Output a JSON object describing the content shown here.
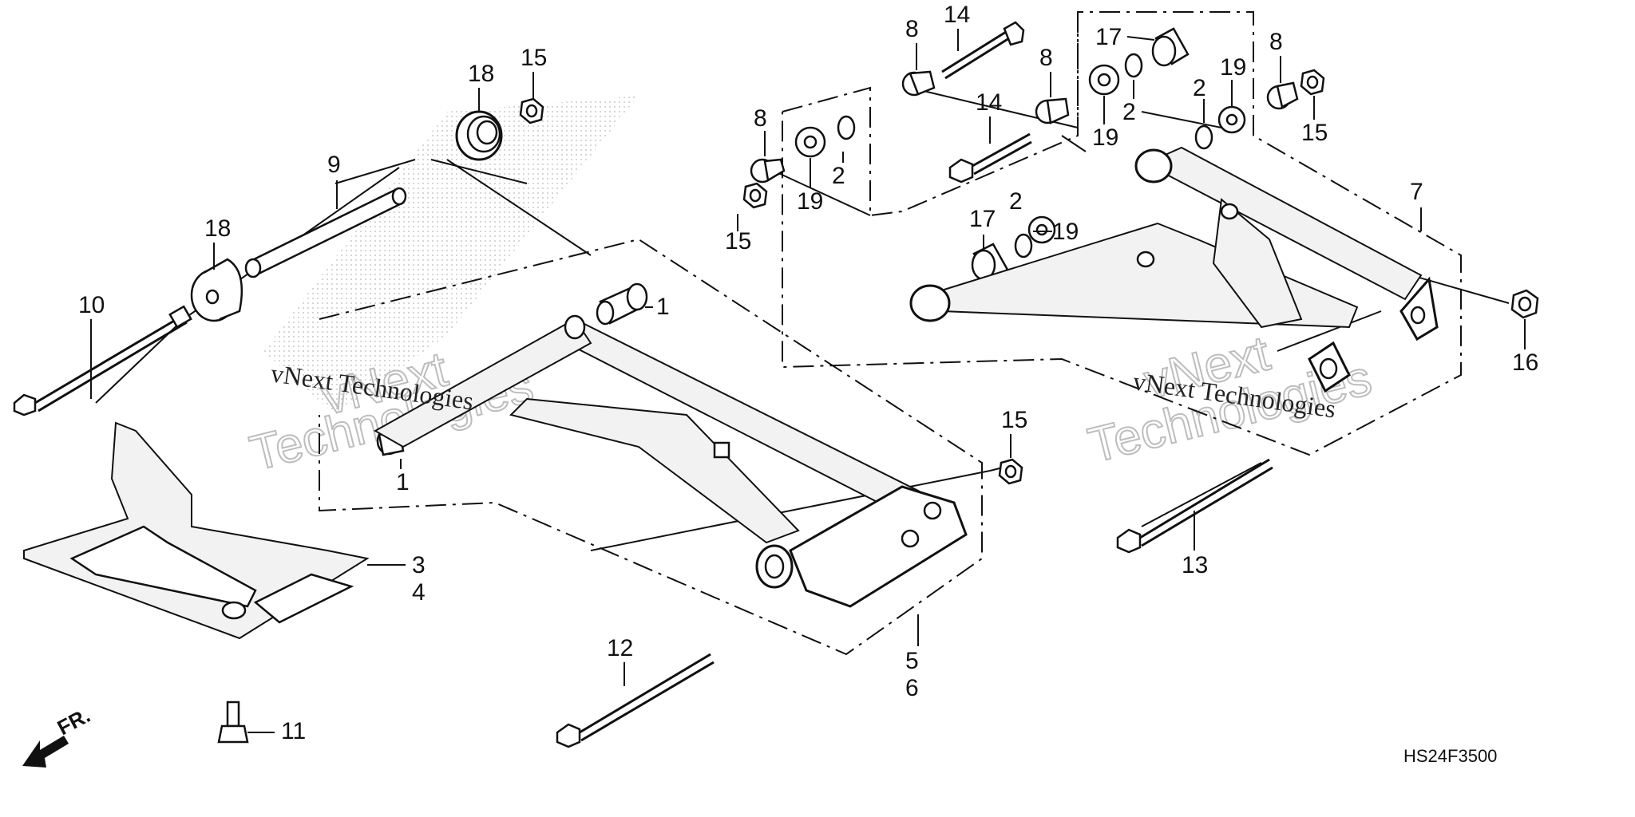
{
  "diagram": {
    "callouts": [
      {
        "id": "c1a",
        "text": "1"
      },
      {
        "id": "c1b",
        "text": "1"
      },
      {
        "id": "c2a",
        "text": "2"
      },
      {
        "id": "c2b",
        "text": "2"
      },
      {
        "id": "c2c",
        "text": "2"
      },
      {
        "id": "c2d",
        "text": "2"
      },
      {
        "id": "c3",
        "text": "3"
      },
      {
        "id": "c4",
        "text": "4"
      },
      {
        "id": "c5",
        "text": "5"
      },
      {
        "id": "c6",
        "text": "6"
      },
      {
        "id": "c7",
        "text": "7"
      },
      {
        "id": "c8a",
        "text": "8"
      },
      {
        "id": "c8b",
        "text": "8"
      },
      {
        "id": "c8c",
        "text": "8"
      },
      {
        "id": "c8d",
        "text": "8"
      },
      {
        "id": "c9",
        "text": "9"
      },
      {
        "id": "c10",
        "text": "10"
      },
      {
        "id": "c11",
        "text": "11"
      },
      {
        "id": "c12",
        "text": "12"
      },
      {
        "id": "c13",
        "text": "13"
      },
      {
        "id": "c14a",
        "text": "14"
      },
      {
        "id": "c14b",
        "text": "14"
      },
      {
        "id": "c15a",
        "text": "15"
      },
      {
        "id": "c15b",
        "text": "15"
      },
      {
        "id": "c15c",
        "text": "15"
      },
      {
        "id": "c15d",
        "text": "15"
      },
      {
        "id": "c16",
        "text": "16"
      },
      {
        "id": "c17a",
        "text": "17"
      },
      {
        "id": "c17b",
        "text": "17"
      },
      {
        "id": "c18a",
        "text": "18"
      },
      {
        "id": "c18b",
        "text": "18"
      },
      {
        "id": "c19a",
        "text": "19"
      },
      {
        "id": "c19b",
        "text": "19"
      },
      {
        "id": "c19c",
        "text": "19"
      },
      {
        "id": "c19d",
        "text": "19"
      }
    ],
    "watermarks": [
      {
        "text": "vNext Technologies"
      },
      {
        "text": "vNext Technologies"
      },
      {
        "text": "vNext"
      },
      {
        "text": "Technologies"
      },
      {
        "text": "vNext"
      },
      {
        "text": "Technologies"
      }
    ],
    "direction_label": "FR.",
    "diagram_code": "HS24F3500"
  }
}
